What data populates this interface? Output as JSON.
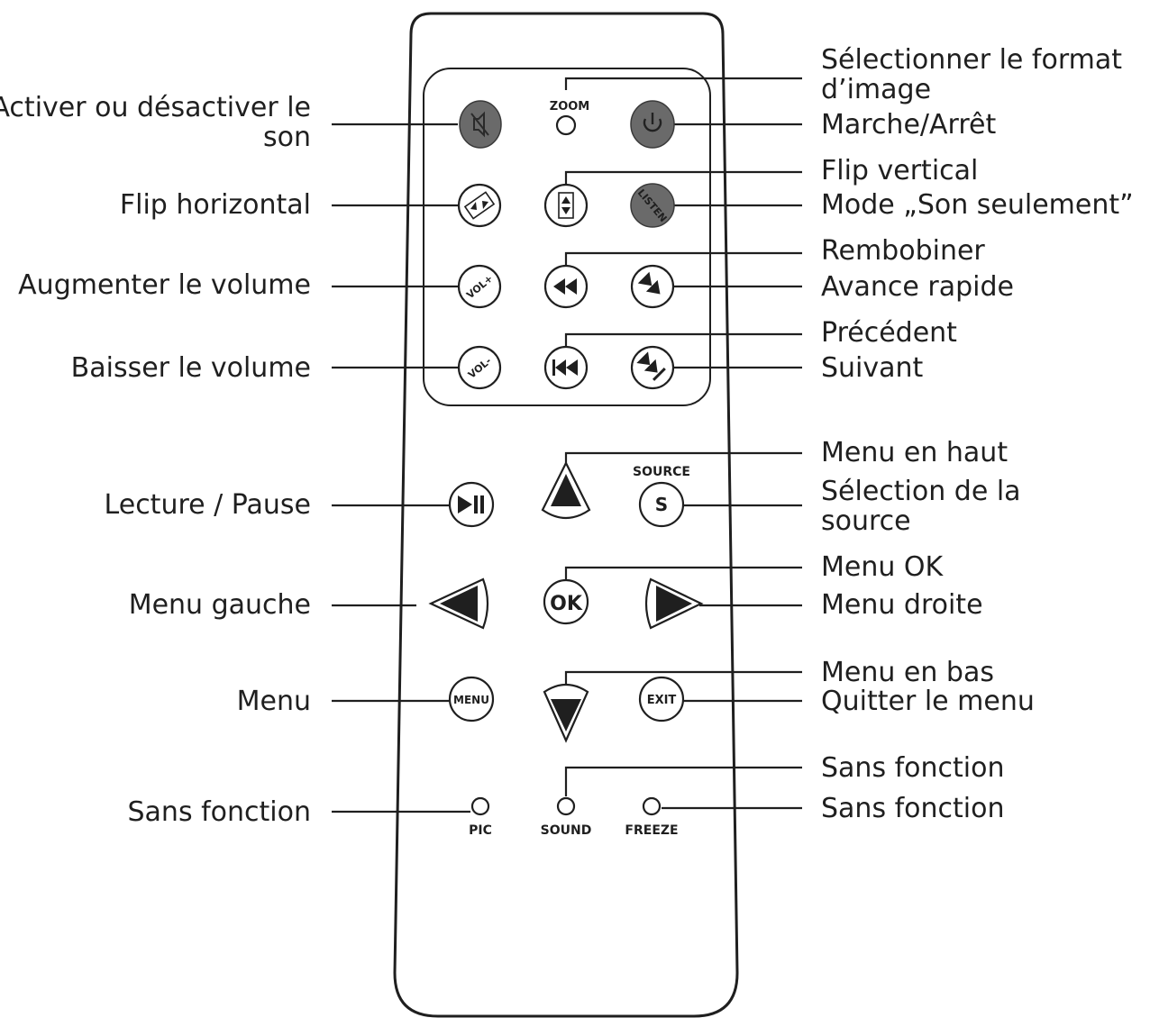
{
  "labels": {
    "mute": "Activer ou désactiver le son",
    "flip_horizontal": "Flip horizontal",
    "volume_up": "Augmenter le volume",
    "volume_down": "Baisser le volume",
    "play_pause": "Lecture / Pause",
    "menu_left": "Menu gauche",
    "menu": "Menu",
    "no_function_pic": "Sans fonction",
    "zoom": "Sélectionner le format d’image",
    "power": "Marche/Arrêt",
    "flip_vertical": "Flip vertical",
    "listen": "Mode „Son seulement”",
    "rewind": "Rembobiner",
    "fast_forward": "Avance rapide",
    "previous": "Précédent",
    "next": "Suivant",
    "menu_up": "Menu en haut",
    "source": "Sélection de la source",
    "menu_ok": "Menu OK",
    "menu_right": "Menu droite",
    "menu_down": "Menu en bas",
    "menu_exit": "Quitter le menu",
    "no_function_sound": "Sans fonction",
    "no_function_freeze": "Sans fonction"
  },
  "buttons": {
    "zoom": "ZOOM",
    "listen": "LISTEN",
    "vol_up": "VOL+",
    "vol_down": "VOL-",
    "source_caption": "SOURCE",
    "source": "S",
    "ok": "OK",
    "menu": "MENU",
    "exit": "EXIT",
    "pic": "PIC",
    "sound": "SOUND",
    "freeze": "FREEZE"
  },
  "icons": {
    "mute": "speaker-muted-icon",
    "power": "power-icon",
    "flip_h": "flip-horizontal-icon",
    "flip_v": "flip-vertical-icon",
    "rewind": "rewind-icon",
    "fast_forward": "fast-forward-icon",
    "previous": "skip-previous-icon",
    "next": "skip-next-icon",
    "play_pause": "play-pause-icon",
    "up": "triangle-up-icon",
    "down": "triangle-down-icon",
    "left": "triangle-left-icon",
    "right": "triangle-right-icon"
  },
  "colors": {
    "dark_button": "#6a6a6a",
    "ink": "#1f1f1f"
  }
}
